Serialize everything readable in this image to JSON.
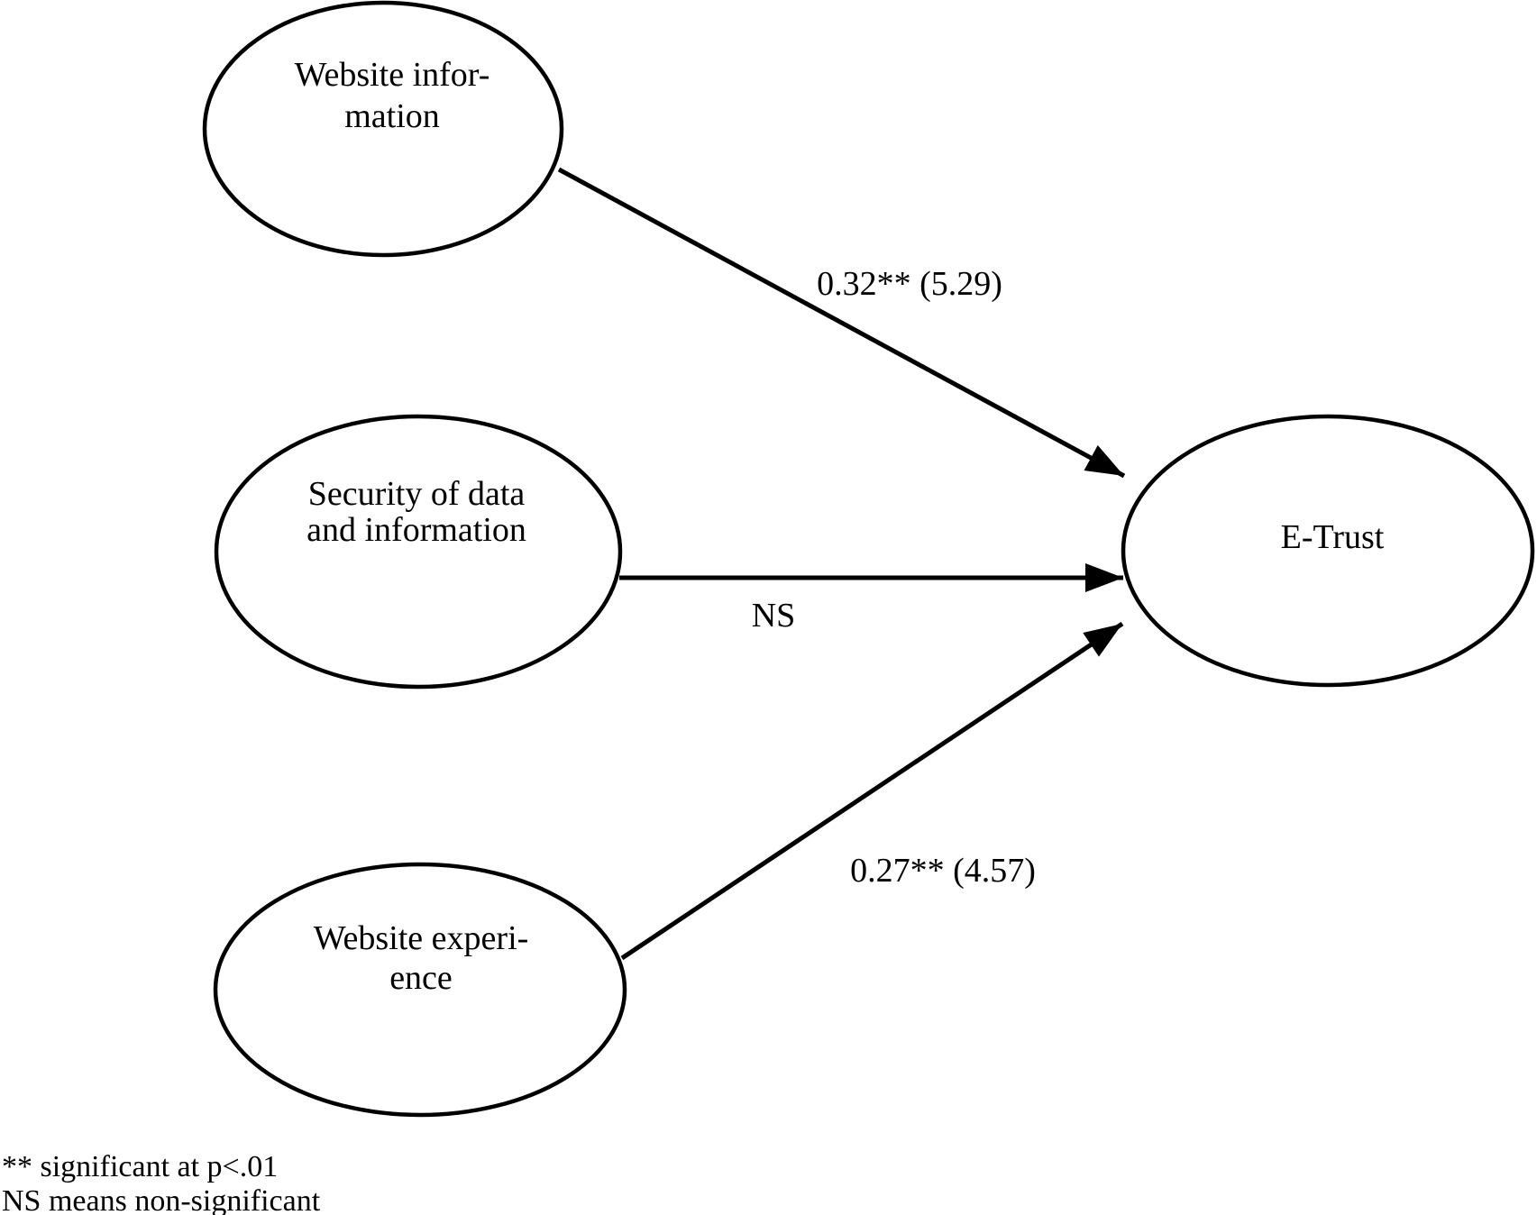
{
  "figure": {
    "type": "path-model-diagram"
  },
  "colors": {
    "background": "#ffffff",
    "stroke": "#000000",
    "text": "#000000"
  },
  "nodes": {
    "website_information": {
      "line1": "Website infor-",
      "line2": "mation"
    },
    "security_of_data": {
      "line1": "Security of data",
      "line2": "and information"
    },
    "website_experience": {
      "line1": "Website experi-",
      "line2": "ence"
    },
    "e_trust": {
      "label": "E-Trust"
    }
  },
  "edges": {
    "website_information_to_e_trust": {
      "label": "0.32** (5.29)"
    },
    "security_of_data_to_e_trust": {
      "label": "NS"
    },
    "website_experience_to_e_trust": {
      "label": "0.27** (4.57)"
    }
  },
  "footnotes": {
    "line1": "** significant at p<.01",
    "line2": "NS means non-significant"
  }
}
